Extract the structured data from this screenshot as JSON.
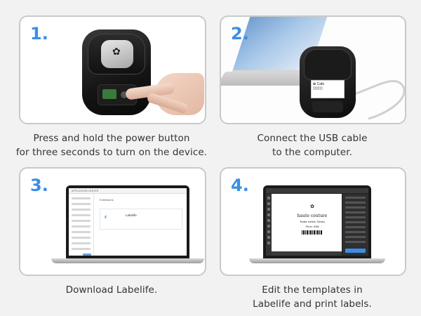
{
  "steps": [
    {
      "number": "1.",
      "caption_line1": "Press and hold the power button",
      "caption_line2": "for three seconds to turn on the device."
    },
    {
      "number": "2.",
      "caption_line1": "Connect the USB cable",
      "caption_line2": "to the computer."
    },
    {
      "number": "3.",
      "caption_line1": "Download Labelife.",
      "caption_line2": "",
      "web_page": {
        "header": "APPLICATION CENTER",
        "section_title": "Extensions",
        "app_name": "Labelife"
      }
    },
    {
      "number": "4.",
      "caption_line1": "Edit the templates in",
      "caption_line2": "Labelife and print labels.",
      "label_preview": {
        "title": "haute couture",
        "line1": "Trade name: Dress",
        "line2": "Price: $56"
      }
    }
  ],
  "colors": {
    "accent": "#3a8ee6",
    "background": "#f2f2f2",
    "card_border": "#c9c9c9",
    "text": "#333333"
  },
  "icons": [
    "printer-device",
    "hand-pressing-button",
    "laptop",
    "usb-cable",
    "label-editor"
  ]
}
